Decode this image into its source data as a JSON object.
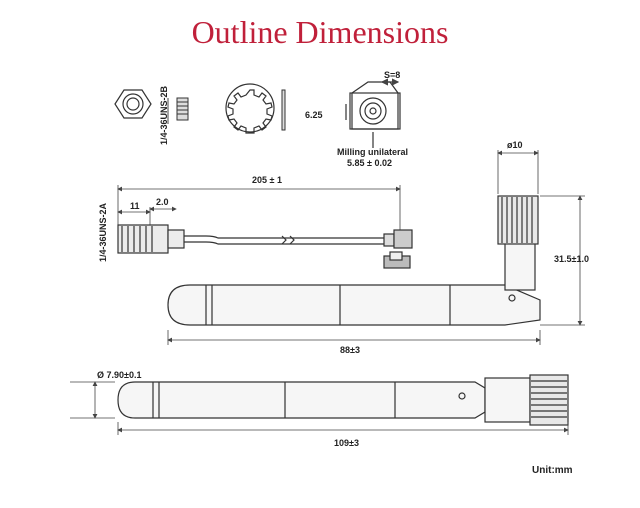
{
  "title": "Outline Dimensions",
  "labels": {
    "thread_nut": "1/4-36UNS-2B",
    "washer_size": "6.25",
    "socket_flat": "S=8",
    "milling_note": "Milling unilateral",
    "milling_value": "5.85 ± 0.02",
    "cable_length": "205 ± 1",
    "connector_length": "11",
    "connector_tip": "2.0",
    "connector_thread": "1/4-36UNS-2A",
    "tip_diameter": "ø10",
    "bent_height": "31.5±1.0",
    "bent_length": "88±3",
    "body_diameter": "Ø 7.90±0.1",
    "total_length": "109±3",
    "unit": "Unit:mm"
  },
  "colors": {
    "title": "#c0203a",
    "line": "#333333",
    "dim": "#444444"
  }
}
